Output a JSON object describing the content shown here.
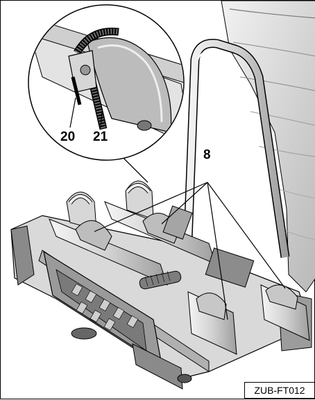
{
  "figure": {
    "reference_code": "ZUB-FT012",
    "callouts": [
      {
        "id": "20",
        "label": "20"
      },
      {
        "id": "21",
        "label": "21"
      },
      {
        "id": "8",
        "label": "8"
      }
    ]
  },
  "colors": {
    "line": "#000000",
    "metal_light": "#e6e6e6",
    "metal_mid": "#c8c8c8",
    "metal_dark": "#8f8f8f",
    "shadow": "#5a5a5a"
  }
}
